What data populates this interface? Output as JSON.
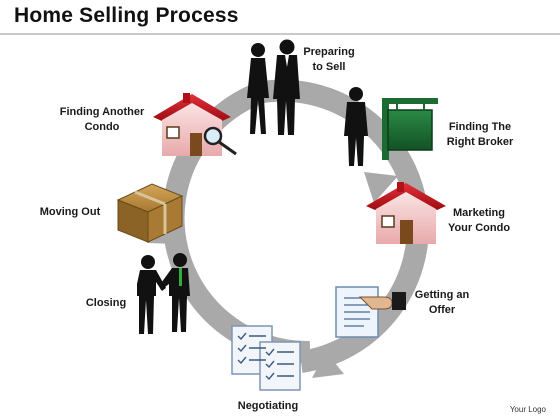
{
  "title": "Home Selling Process",
  "steps": [
    {
      "id": "preparing",
      "line1": "Preparing",
      "line2": "to Sell"
    },
    {
      "id": "finding-broker",
      "line1": "Finding The",
      "line2": "Right Broker"
    },
    {
      "id": "marketing",
      "line1": "Marketing",
      "line2": "Your Condo"
    },
    {
      "id": "getting-offer",
      "line1": "Getting an",
      "line2": "Offer"
    },
    {
      "id": "negotiating",
      "line1": "Negotiating",
      "line2": ""
    },
    {
      "id": "closing",
      "line1": "Closing",
      "line2": ""
    },
    {
      "id": "moving-out",
      "line1": "Moving Out",
      "line2": ""
    },
    {
      "id": "finding-condo",
      "line1": "Finding Another",
      "line2": "Condo"
    }
  ],
  "logo": "Your Logo",
  "colors": {
    "ring": "#a9a9a9",
    "roof": "#c4141c",
    "wall": "#f3c9c9",
    "sign": "#1c6b33",
    "box": "#a47a32",
    "silhouette": "#111111"
  },
  "icons": [
    "people-icon",
    "broker-sign-icon",
    "house-icon",
    "offer-document-icon",
    "checklist-icon",
    "handshake-icon",
    "box-icon",
    "house-search-icon"
  ]
}
